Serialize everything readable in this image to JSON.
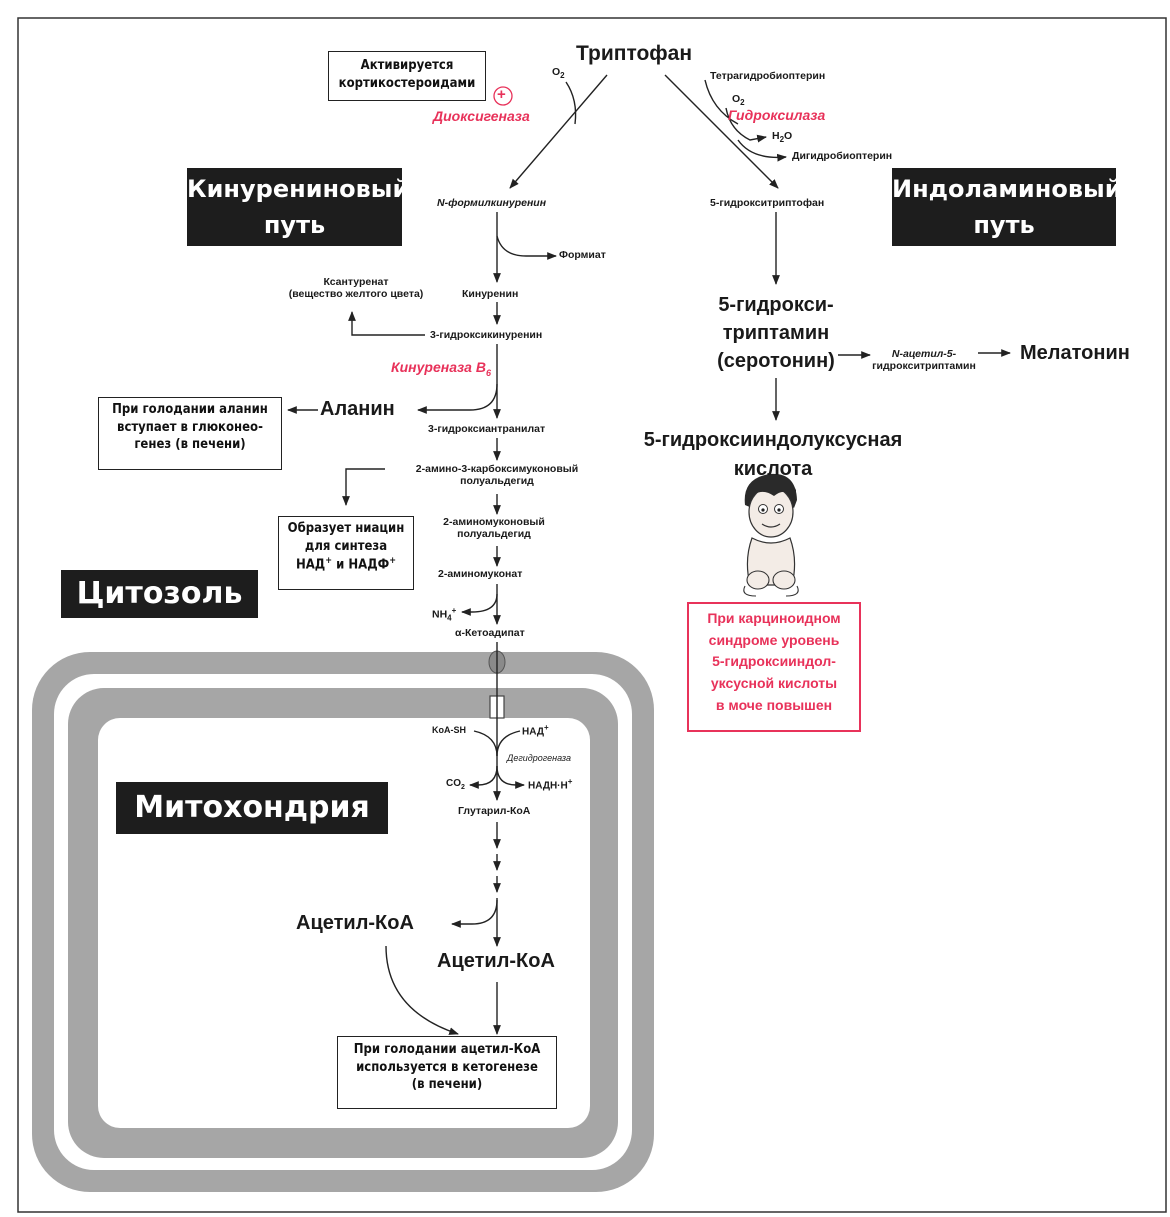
{
  "title": "Триптофан",
  "enzymes": {
    "dioxygenase": "Диоксигеназа",
    "hydroxylase": "Гидроксилаза",
    "kynureninase": "Кинурeназа",
    "b6": "B",
    "b6_sub": "6",
    "dehydrogenase": "Дегидрогеназа"
  },
  "cofactors": {
    "o2_left": "O",
    "o2_left_sub": "2",
    "tetrahydro": "Тетрагидробиоптерин",
    "o2_right": "O",
    "o2_right_sub": "2",
    "h2o": "H",
    "h2o_sub": "2",
    "h2o_end": "O",
    "dihydro": "Дигидробиоптерин",
    "formate": "Формиат",
    "nh4": "NH",
    "nh4_sub": "4",
    "nh4_sup": "+",
    "koash": "KoA-SH",
    "nad": "НАД",
    "nad_sup": "+",
    "co2": "CO",
    "co2_sub": "2",
    "nadh": "НАДН·Н",
    "nadh_sup": "+"
  },
  "boxes": {
    "corticosteroids_l1": "Активируется",
    "corticosteroids_l2": "кортикостероидами",
    "plus": "+",
    "alanine_l1": "При голодании аланин",
    "alanine_l2": "вступает в глюконео-",
    "alanine_l3": "генез (в печени)",
    "niacin_l1": "Образует ниацин",
    "niacin_l2": "для синтеза",
    "niacin_l3a": "НАД",
    "niacin_l3b": "+",
    "niacin_l3c": " и НАДФ",
    "niacin_l3d": "+",
    "acetyl_l1": "При голодании ацетил-КоА",
    "acetyl_l2": "используется в кетогенезе",
    "acetyl_l3": "(в печени)",
    "carcinoid_l1": "При карциноидном",
    "carcinoid_l2": "синдроме уровень",
    "carcinoid_l3": "5-гидроксииндол-",
    "carcinoid_l4": "уксусной кислоты",
    "carcinoid_l5": "в моче повышен"
  },
  "banners": {
    "kyn_l1": "Кинурениновый",
    "kyn_l2": "путь",
    "ind_l1": "Индоламиновый",
    "ind_l2": "путь",
    "cytosol": "Цитозоль",
    "mito": "Митохондрия"
  },
  "left_pathway": {
    "nformyl": "N-формилкинуренин",
    "kynurenine": "Кинуренин",
    "xanth_l1": "Ксантуренат",
    "xanth_l2": "(вещество желтого цвета)",
    "hydroxykyn": "3-гидроксикинуренин",
    "alanine": "Аланин",
    "hydroxyanthr": "3-гидроксиантранилат",
    "acms_l1": "2-амино-3-карбоксимуконовый",
    "acms_l2": "полуальдегид",
    "ams_l1": "2-аминомуконовый",
    "ams_l2": "полуальдегид",
    "amuconate": "2-аминомуконат",
    "ketoadipate": "α-Кетоадипат",
    "glutaryl": "Глутарил-КоА",
    "acetyl_left": "Ацетил-КоА",
    "acetyl_right": "Ацетил-КоА"
  },
  "right_pathway": {
    "htp": "5-гидрокситриптофан",
    "serotonin_l1": "5-гидрокси-",
    "serotonin_l2": "триптамин",
    "serotonin_l3": "(серотонин)",
    "nacetyl_l1": "N-ацетил-5-",
    "nacetyl_l2": "гидрокситриптамин",
    "melatonin": "Мелатонин",
    "hiaa_l1": "5-гидроксииндолуксусная",
    "hiaa_l2": "кислота"
  },
  "colors": {
    "accent": "#e8325a",
    "banner": "#1d1d1d",
    "membrane": "#a6a6a6"
  }
}
